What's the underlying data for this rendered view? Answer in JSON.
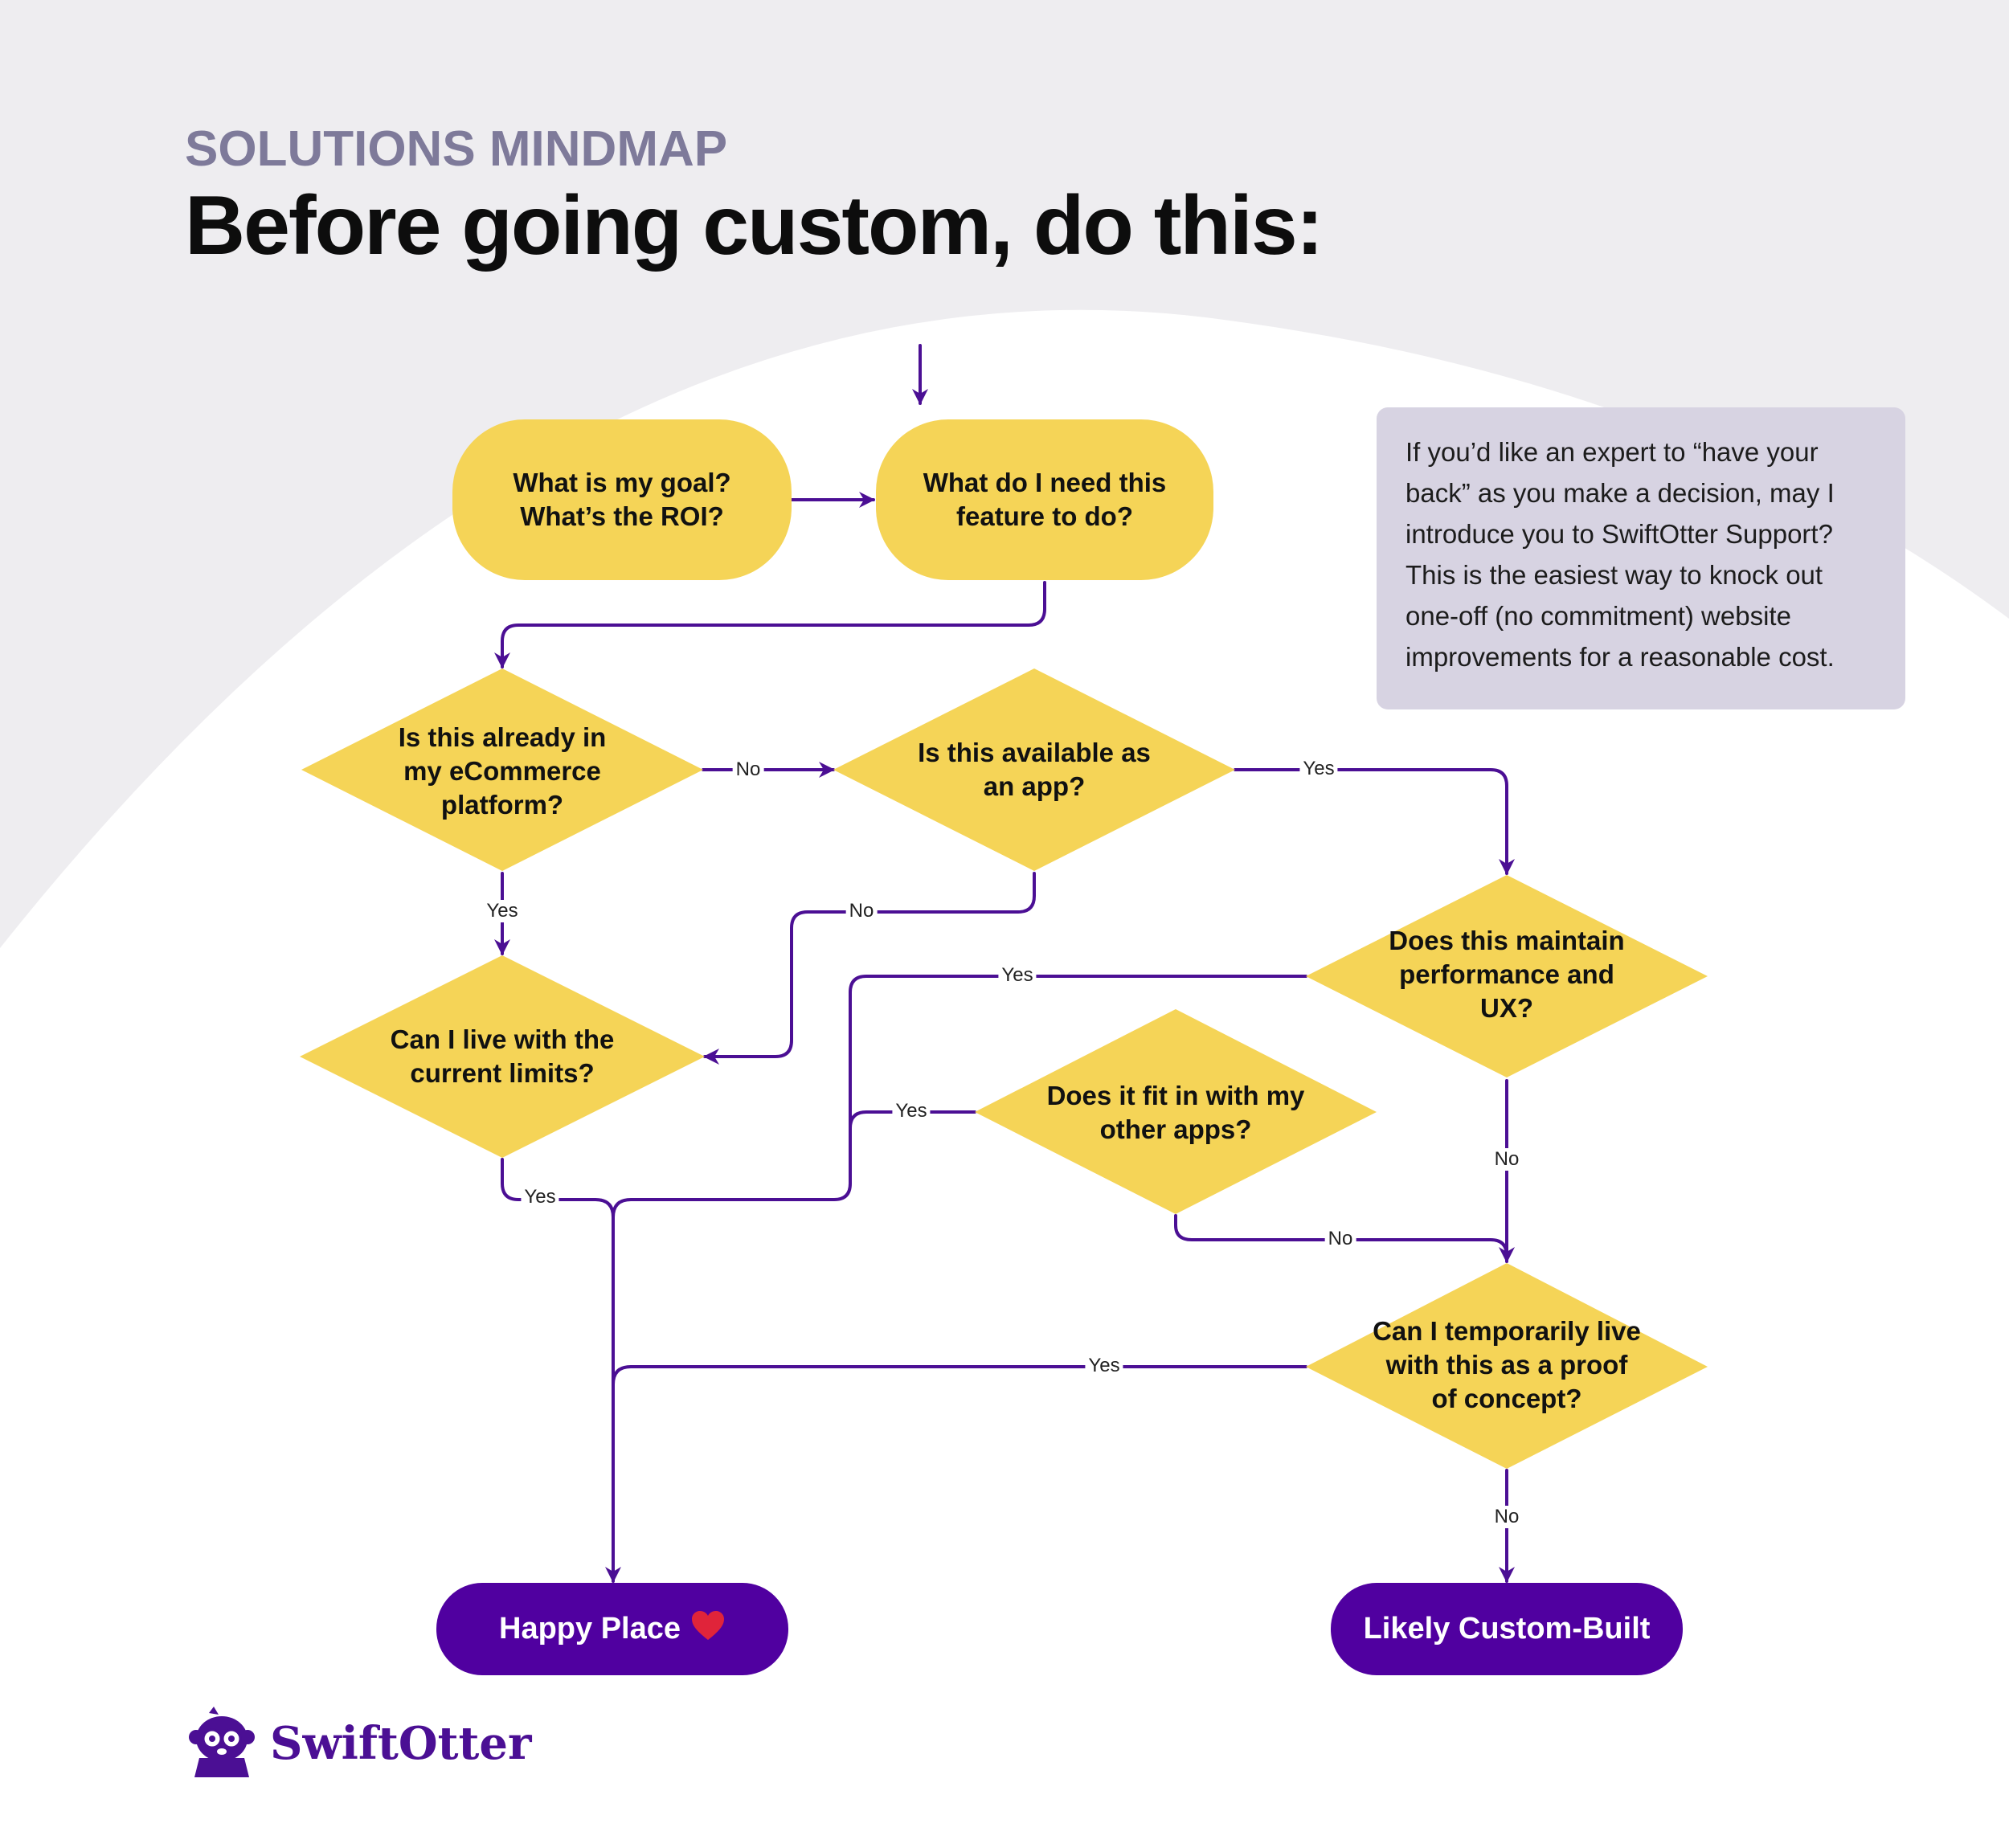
{
  "header": {
    "eyebrow": "SOLUTIONS MINDMAP",
    "title": "Before going custom, do this:"
  },
  "info_box": {
    "lines": [
      "If you’d like an expert to “have your",
      "back” as you make a decision, may I",
      "introduce you to SwiftOtter Support?",
      "This is the easiest way to knock out",
      "one-off (no commitment) website",
      "improvements for a reasonable cost."
    ]
  },
  "nodes": {
    "goal": {
      "line1": "What is my goal?",
      "line2": "What’s the ROI?"
    },
    "feature": {
      "line1": "What do I need this",
      "line2": "feature to do?"
    },
    "platform": {
      "line1": "Is this already in",
      "line2": "my eCommerce",
      "line3": "platform?"
    },
    "app": {
      "line1": "Is this available as",
      "line2": "an app?"
    },
    "limits": {
      "line1": "Can I live with the",
      "line2": "current limits?"
    },
    "performance": {
      "line1": "Does this maintain",
      "line2": "performance and",
      "line3": "UX?"
    },
    "fit": {
      "line1": "Does it fit in with my",
      "line2": "other apps?"
    },
    "poc": {
      "line1": "Can I temporarily live",
      "line2": "with this as a proof",
      "line3": "of concept?"
    }
  },
  "terminals": {
    "happy": "Happy Place",
    "custom": "Likely Custom-Built"
  },
  "edge_labels": {
    "platform_no": "No",
    "app_yes": "Yes",
    "platform_yes": "Yes",
    "app_no": "No",
    "performance_yes": "Yes",
    "fit_yes": "Yes",
    "limits_yes": "Yes",
    "performance_no": "No",
    "fit_no": "No",
    "poc_yes": "Yes",
    "poc_no": "No"
  },
  "brand": {
    "name": "SwiftOtter"
  },
  "colors": {
    "background_gray": "#eeedf0",
    "node_yellow": "#f5d457",
    "line_purple": "#4b0f94",
    "terminal_purple": "#5000a0",
    "info_box": "#d7d3e2",
    "eyebrow": "#7e7a9a",
    "heart_red": "#e0243a"
  }
}
